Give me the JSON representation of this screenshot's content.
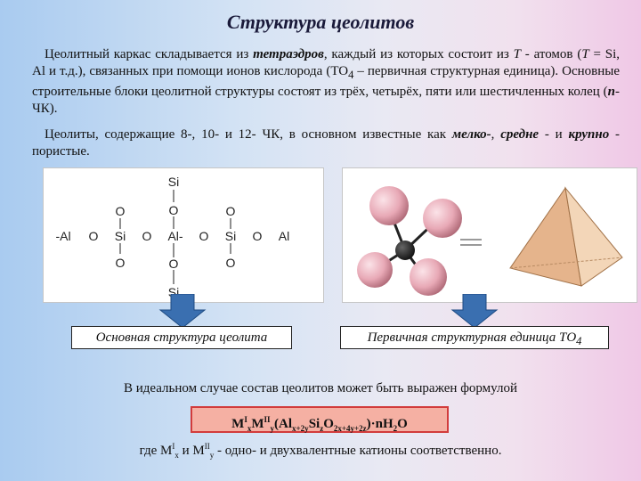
{
  "title": "Структура цеолитов",
  "p1": {
    "t1": "Цеолитный каркас складывается из ",
    "em1": "тетраэдров",
    "t2": ", каждый из которых состоит из ",
    "em2": "Т",
    "t3": " - атомов (",
    "em3": "Т",
    "t4": " = Si, Al и т.д.), связанных при помощи ионов кислорода (ТО",
    "sub": "4",
    "t5": " – первичная структурная единица). Основные строительные блоки цеолитной структуры состоят из трёх, четырёх, пяти или шестичленных колец (",
    "em4": "n",
    "t6": "-ЧК)."
  },
  "p2": {
    "t1": "Цеолиты, содержащие 8-, 10- и 12- ЧК, в основном известные как ",
    "em1": "мелко-",
    "t2": ", ",
    "em2": "средне",
    "t3": " - и ",
    "em3": "крупно",
    "t4": " - пористые."
  },
  "diagram": {
    "si": "Si",
    "o": "O",
    "al": "Al",
    "row": [
      "-Al",
      "O",
      "Si",
      "O",
      "Al-",
      "O",
      "Si",
      "O",
      "Al"
    ]
  },
  "captions": {
    "left": "Основная структура цеолита",
    "right_text": "Первичная структурная единица ТО",
    "right_sub": "4"
  },
  "line3": "В идеальном случае состав цеолитов может быть выражен формулой",
  "formula": {
    "m": "M",
    "s1": "I",
    "x": "x",
    "m2": "M",
    "s2": "II",
    "y": "y",
    "al_open": "(Al",
    "al_sub": "x+2y",
    "si": "Si",
    "si_sub": "z",
    "o": "O",
    "o_sub": "2x+4y+2z",
    "tail": ")·nH",
    "h_sub": "2",
    "end": "O"
  },
  "where": {
    "t1": "где M",
    "s1": "I",
    "sx": "x",
    "t2": " и M",
    "s2": "II",
    "sy": "y",
    "t3": " - одно- и двухвалентные катионы соответственно."
  },
  "colors": {
    "sphere": "#e8a9b6",
    "sphere_dark": "#b06a78",
    "tetra": "#e8c19c",
    "formula_bg": "#f5b0a3",
    "formula_border": "#d23c3c",
    "arrow": "#3a6fb0"
  }
}
